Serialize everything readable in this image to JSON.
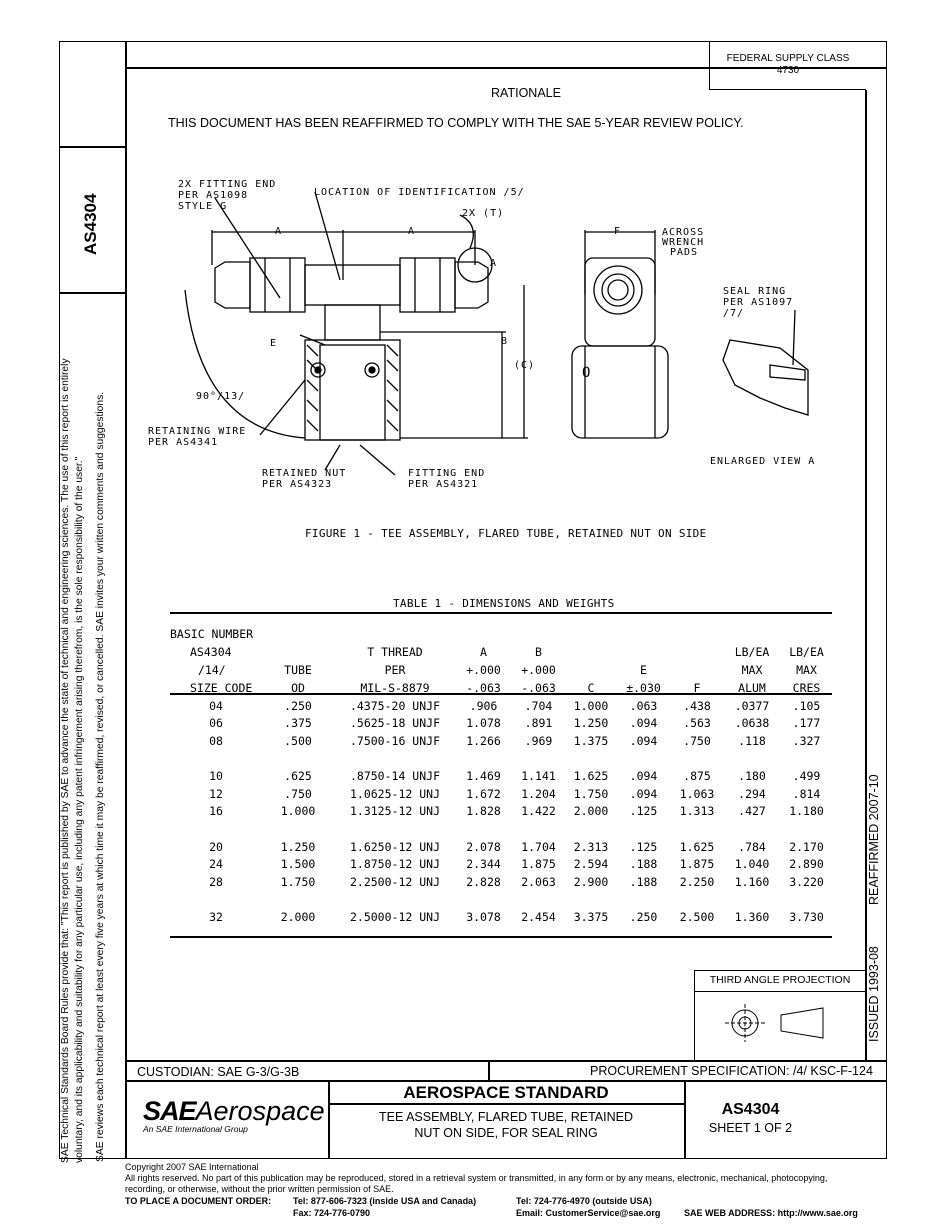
{
  "side": {
    "doc_number": "AS4304",
    "board_rules_line1": "SAE Technical Standards Board Rules provide that: \"This report is published by SAE to advance the state of technical and engineering sciences. The use of this report is entirely",
    "board_rules_line2": "voluntary, and its applicability and suitability for any particular use, including any patent infringement arising therefrom, is the sole responsibility of the user.\"",
    "review_line": "SAE reviews each technical report at least every five years at which time it may be reaffirmed, revised, or cancelled. SAE invites your written comments and suggestions.",
    "reaffirmed": "REAFFIRMED 2007-10",
    "issued": "ISSUED 1993-08"
  },
  "header": {
    "supply_class_label": "FEDERAL SUPPLY CLASS",
    "supply_class_value": "4730",
    "rationale_title": "RATIONALE",
    "rationale_text": "THIS DOCUMENT HAS BEEN REAFFIRMED TO COMPLY WITH THE SAE 5-YEAR REVIEW POLICY."
  },
  "figure": {
    "callouts": {
      "fitting_end": [
        "2X FITTING END",
        "PER AS1098",
        "STYLE G"
      ],
      "location_id": "LOCATION OF IDENTIFICATION /5/",
      "two_x_t": "2X (T)",
      "dim_a": "A",
      "dim_b": "B",
      "dim_c": "(C)",
      "dim_e": "E",
      "dim_f": "F",
      "across_wrench": [
        "ACROSS",
        "WRENCH",
        "PADS"
      ],
      "seal_ring": [
        "SEAL RING",
        "PER AS1097",
        "/7/"
      ],
      "angle": "90°/13/",
      "retaining_wire": [
        "RETAINING WIRE",
        "PER AS4341"
      ],
      "retained_nut": [
        "RETAINED NUT",
        "PER AS4323"
      ],
      "fitting_end_2": [
        "FITTING END",
        "PER AS4321"
      ],
      "enlarged_view": "ENLARGED VIEW A",
      "o_mark": "O"
    },
    "caption": "FIGURE 1 - TEE ASSEMBLY, FLARED TUBE, RETAINED NUT ON SIDE"
  },
  "table": {
    "title": "TABLE 1 - DIMENSIONS AND WEIGHTS",
    "headers": [
      [
        "BASIC NUMBER",
        "AS4304",
        "/14/",
        "SIZE CODE"
      ],
      [
        "",
        "",
        "TUBE",
        "OD"
      ],
      [
        "",
        "T THREAD",
        "PER",
        "MIL-S-8879"
      ],
      [
        "",
        "A",
        "+.000",
        "-.063"
      ],
      [
        "",
        "B",
        "+.000",
        "-.063"
      ],
      [
        "",
        "",
        "",
        "C"
      ],
      [
        "",
        "",
        "E",
        "±.030"
      ],
      [
        "",
        "",
        "",
        "F"
      ],
      [
        "",
        "LB/EA",
        "MAX",
        "ALUM"
      ],
      [
        "",
        "LB/EA",
        "MAX",
        "CRES"
      ]
    ],
    "rows": [
      [
        "04",
        ".250",
        ".4375-20 UNJF",
        ".906",
        ".704",
        "1.000",
        ".063",
        ".438",
        ".0377",
        ".105"
      ],
      [
        "06",
        ".375",
        ".5625-18 UNJF",
        "1.078",
        ".891",
        "1.250",
        ".094",
        ".563",
        ".0638",
        ".177"
      ],
      [
        "08",
        ".500",
        ".7500-16 UNJF",
        "1.266",
        ".969",
        "1.375",
        ".094",
        ".750",
        ".118",
        ".327"
      ],
      [
        "",
        "",
        "",
        "",
        "",
        "",
        "",
        "",
        "",
        ""
      ],
      [
        "10",
        ".625",
        ".8750-14 UNJF",
        "1.469",
        "1.141",
        "1.625",
        ".094",
        ".875",
        ".180",
        ".499"
      ],
      [
        "12",
        ".750",
        "1.0625-12 UNJ",
        "1.672",
        "1.204",
        "1.750",
        ".094",
        "1.063",
        ".294",
        ".814"
      ],
      [
        "16",
        "1.000",
        "1.3125-12 UNJ",
        "1.828",
        "1.422",
        "2.000",
        ".125",
        "1.313",
        ".427",
        "1.180"
      ],
      [
        "",
        "",
        "",
        "",
        "",
        "",
        "",
        "",
        "",
        ""
      ],
      [
        "20",
        "1.250",
        "1.6250-12 UNJ",
        "2.078",
        "1.704",
        "2.313",
        ".125",
        "1.625",
        ".784",
        "2.170"
      ],
      [
        "24",
        "1.500",
        "1.8750-12 UNJ",
        "2.344",
        "1.875",
        "2.594",
        ".188",
        "1.875",
        "1.040",
        "2.890"
      ],
      [
        "28",
        "1.750",
        "2.2500-12 UNJ",
        "2.828",
        "2.063",
        "2.900",
        ".188",
        "2.250",
        "1.160",
        "3.220"
      ],
      [
        "",
        "",
        "",
        "",
        "",
        "",
        "",
        "",
        "",
        ""
      ],
      [
        "32",
        "2.000",
        "2.5000-12 UNJ",
        "3.078",
        "2.454",
        "3.375",
        ".250",
        "2.500",
        "1.360",
        "3.730"
      ]
    ]
  },
  "projection": {
    "label": "THIRD ANGLE PROJECTION"
  },
  "title_block": {
    "custodian": "CUSTODIAN:  SAE G-3/G-3B",
    "procurement": "PROCUREMENT SPECIFICATION:  /4/ KSC-F-124",
    "logo_sae": "SAE",
    "logo_aerospace": "Aerospace",
    "logo_tagline": "An SAE International Group",
    "standard_type": "AEROSPACE STANDARD",
    "title_line1": "TEE ASSEMBLY, FLARED TUBE, RETAINED",
    "title_line2": "NUT ON SIDE, FOR SEAL RING",
    "doc_number": "AS4304",
    "sheet": "SHEET 1 OF 2"
  },
  "footer": {
    "copyright": "Copyright 2007 SAE International",
    "rights1": "All rights reserved. No part of this publication may be reproduced, stored in a retrieval system or transmitted, in any form or by any means, electronic, mechanical, photocopying,",
    "rights2": "recording, or otherwise, without the prior written permission of SAE.",
    "order_label": "TO PLACE A DOCUMENT ORDER:",
    "tel_inside": "Tel:  877-606-7323 (inside USA and Canada)",
    "fax": "Fax:  724-776-0790",
    "tel_outside": "Tel:  724-776-4970 (outside USA)",
    "email": "Email:  CustomerService@sae.org",
    "web": "SAE WEB ADDRESS:  http://www.sae.org"
  }
}
